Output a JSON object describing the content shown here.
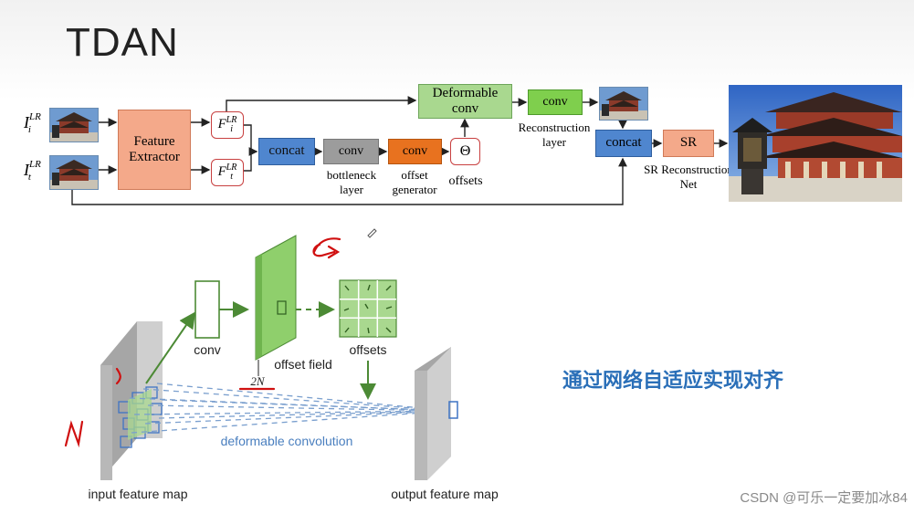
{
  "slide": {
    "title": "TDAN",
    "caption_cn": "通过网络自适应实现对齐",
    "watermark": "CSDN @可乐一定要加冰84"
  },
  "top_diagram": {
    "inputs": [
      {
        "sym": "I",
        "sup": "LR",
        "sub": "i"
      },
      {
        "sym": "I",
        "sup": "LR",
        "sub": "t"
      }
    ],
    "feature_extractor": "Feature Extractor",
    "features": [
      {
        "sym": "F",
        "sup": "LR",
        "sub": "i"
      },
      {
        "sym": "F",
        "sup": "LR",
        "sub": "t"
      }
    ],
    "concat": "concat",
    "bottleneck_conv": "conv",
    "bottleneck_label": "bottleneck layer",
    "offset_conv": "conv",
    "offset_gen_label": "offset generator",
    "theta": "Θ",
    "offsets_label": "offsets",
    "deformable_conv": "Deformable conv",
    "recon_conv": "conv",
    "recon_label": "Reconstruction layer",
    "concat2": "concat",
    "sr": "SR",
    "sr_net_label": "SR Reconstruction Net"
  },
  "bottom_diagram": {
    "conv_label": "conv",
    "offset_field_label": "offset field",
    "offsets_label": "offsets",
    "channels_label": "2N",
    "deformable_label": "deformable convolution",
    "input_map_label": "input feature map",
    "output_map_label": "output feature map",
    "annotation_n": "N"
  },
  "colors": {
    "feature_extractor": "#f4a98a",
    "concat": "#4f86cf",
    "conv_gray": "#9c9c9c",
    "conv_orange": "#e8721f",
    "deformable": "#a9d88f",
    "recon_conv": "#7fcf4d",
    "sr": "#f4a98a",
    "caption": "#2a6fb8",
    "deform_text": "#4a7fbf",
    "red_ink": "#d01010"
  }
}
